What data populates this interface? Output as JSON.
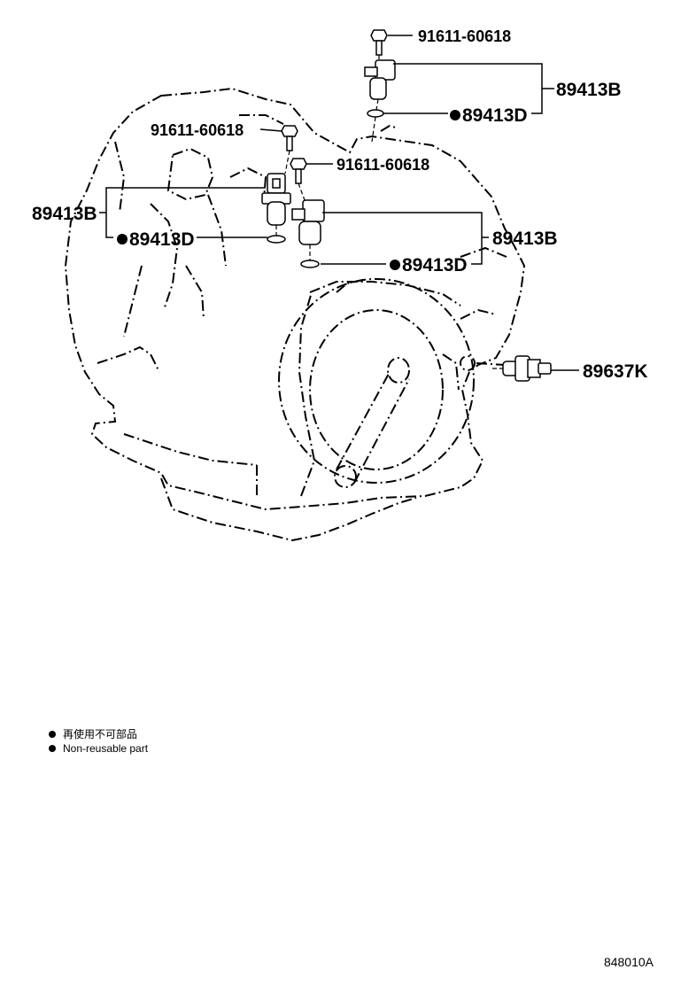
{
  "callouts": {
    "bolt_top": "91611-60618",
    "sensor_top": "89413B",
    "oring_top": "89413D",
    "bolt_left": "91611-60618",
    "bolt_mid": "91611-60618",
    "sensor_left": "89413B",
    "oring_left": "89413D",
    "sensor_right": "89413B",
    "oring_right": "89413D",
    "speed_sensor": "89637K"
  },
  "legend": {
    "marker": "●",
    "japanese": "再使用不可部品",
    "english": "Non-reusable part"
  },
  "diagram_code": "848010A"
}
